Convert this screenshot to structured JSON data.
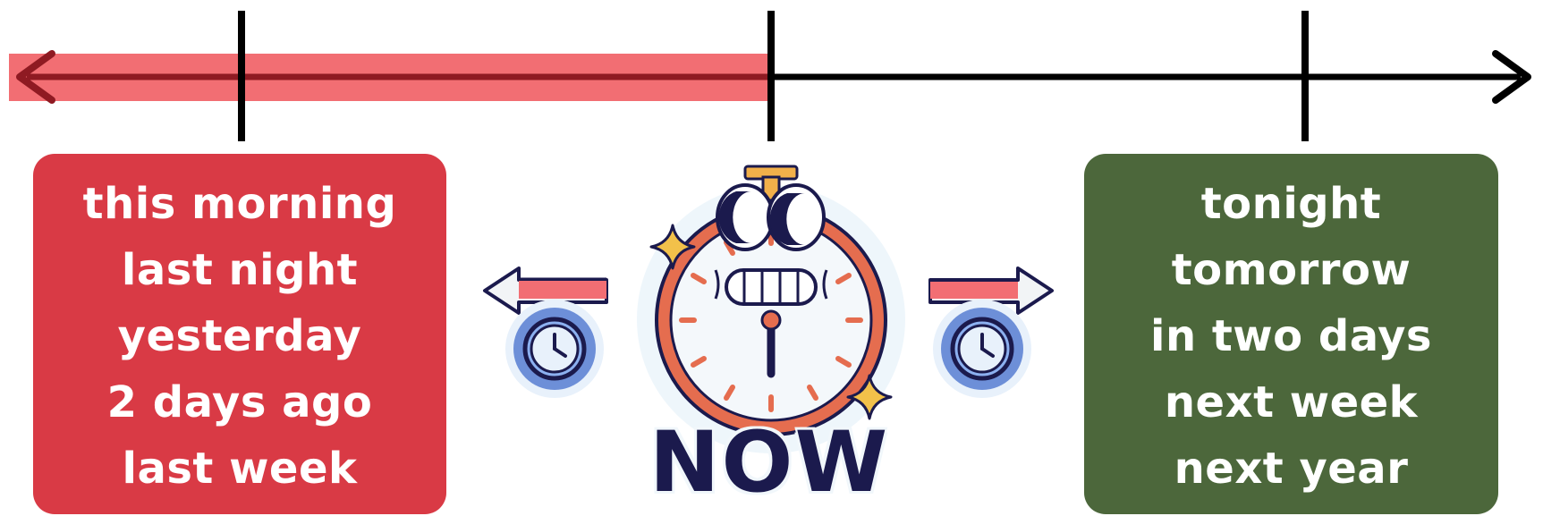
{
  "colors": {
    "past": "#d93a45",
    "past_highlight": "#f26e73",
    "past_line": "#8f1a22",
    "future": "#4c673b",
    "line": "#000000",
    "now_text": "#1b1a4d",
    "clock_ring": "#e56d4f",
    "clock_face": "#f4f8fb",
    "small_clock": "#6d8fd8"
  },
  "icons": {
    "clock": "stopwatch-face-icon",
    "past_arrow": "arrow-left-icon",
    "future_arrow": "arrow-right-icon",
    "small_clock": "clock-icon",
    "sparkle": "sparkle-icon"
  },
  "past": {
    "items": [
      "this morning",
      "last night",
      "yesterday",
      "2 days ago",
      "last week"
    ]
  },
  "future": {
    "items": [
      "tonight",
      "tomorrow",
      "in two days",
      "next week",
      "next year"
    ]
  },
  "now_label": "NOW"
}
